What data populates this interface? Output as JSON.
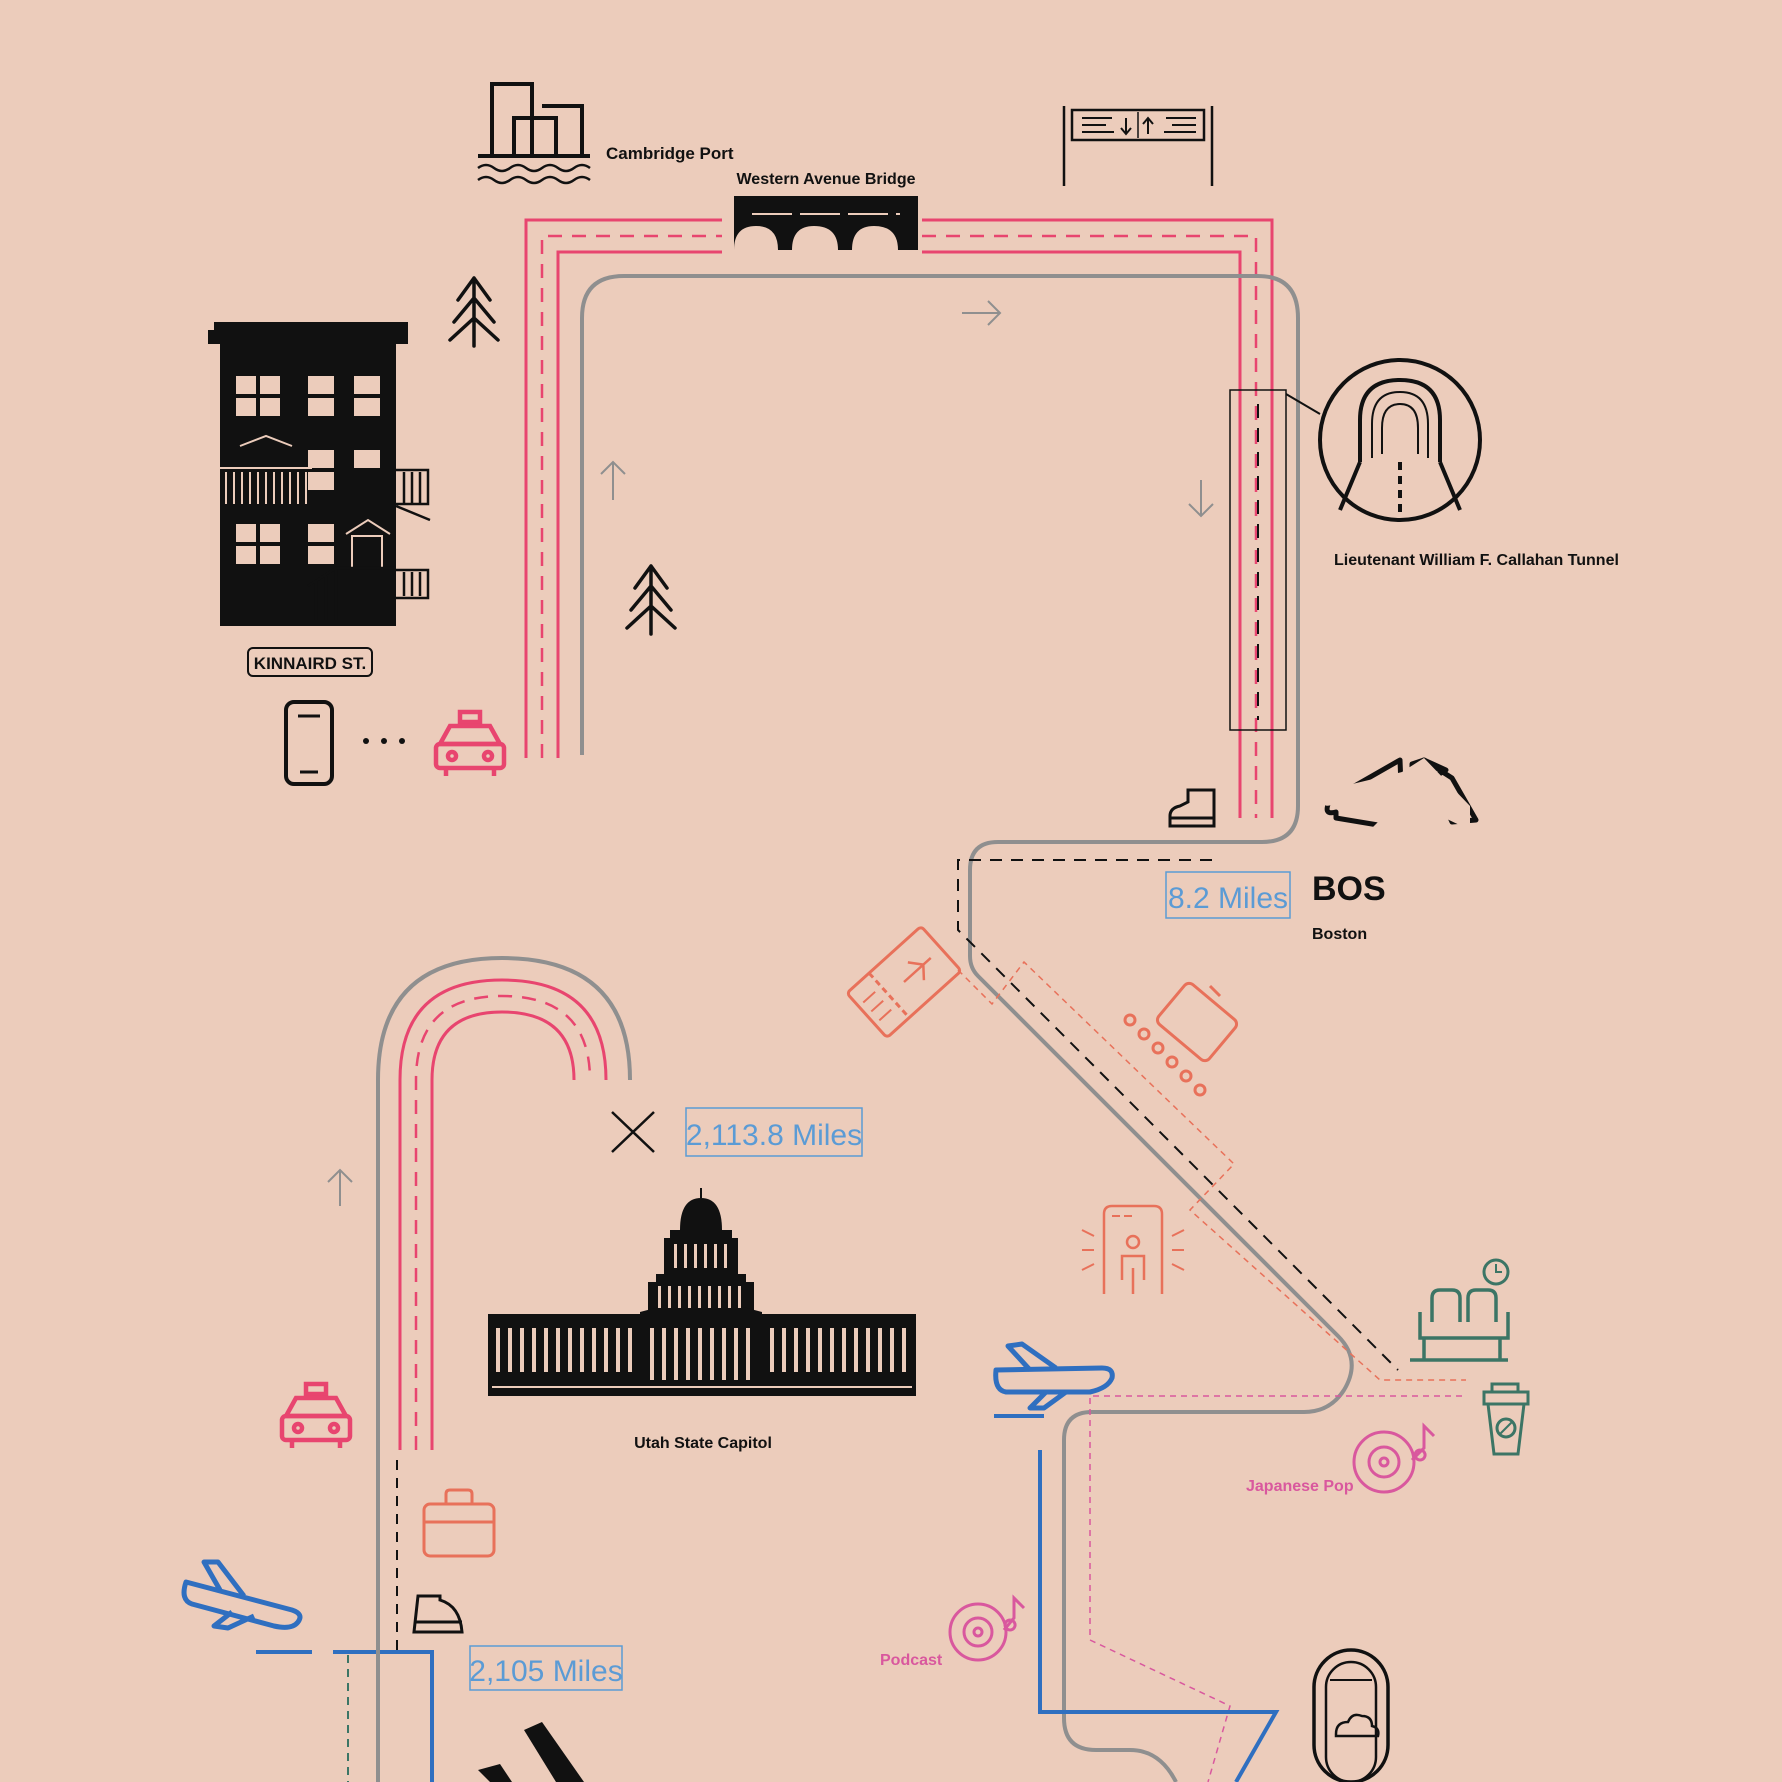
{
  "labels": {
    "cambridge_port": "Cambridge Port",
    "western_avenue_bridge": "Western Avenue Bridge",
    "callahan_tunnel": "Lieutenant William F. Callahan Tunnel",
    "kinnaird_st": "KINNAIRD ST.",
    "bos_code": "BOS",
    "boston": "Boston",
    "utah_state_capitol": "Utah State Capitol",
    "japanese_pop": "Japanese Pop",
    "podcast": "Podcast"
  },
  "distances": {
    "leg1": "8.2 Miles",
    "leg2": "2,113.8 Miles",
    "leg3": "2,105 Miles"
  },
  "colors": {
    "background": "#ecccbb",
    "road_pink": "#e8456f",
    "walk_gray": "#8f8f8f",
    "flight_blue": "#2f6fc0",
    "miles_blue": "#5b9bd5",
    "airport_orange": "#e8715a",
    "music_pink": "#d9589e",
    "lounge_teal": "#3c7565",
    "ink": "#111111"
  },
  "icons": [
    "three-deckers-building-icon",
    "phone-icon",
    "taxi-icon",
    "tree-icon",
    "harbor-buildings-icon",
    "bridge-icon",
    "highway-sign-icon",
    "tunnel-icon",
    "shoe-icon",
    "airplane-icon",
    "boarding-pass-icon",
    "baggage-conveyor-icon",
    "security-scanner-icon",
    "waiting-seats-icon",
    "clock-icon",
    "coffee-cup-icon",
    "vinyl-record-icon",
    "capitol-building-icon",
    "suitcase-icon",
    "airplane-window-icon",
    "x-mark-icon",
    "arrow-icon"
  ]
}
